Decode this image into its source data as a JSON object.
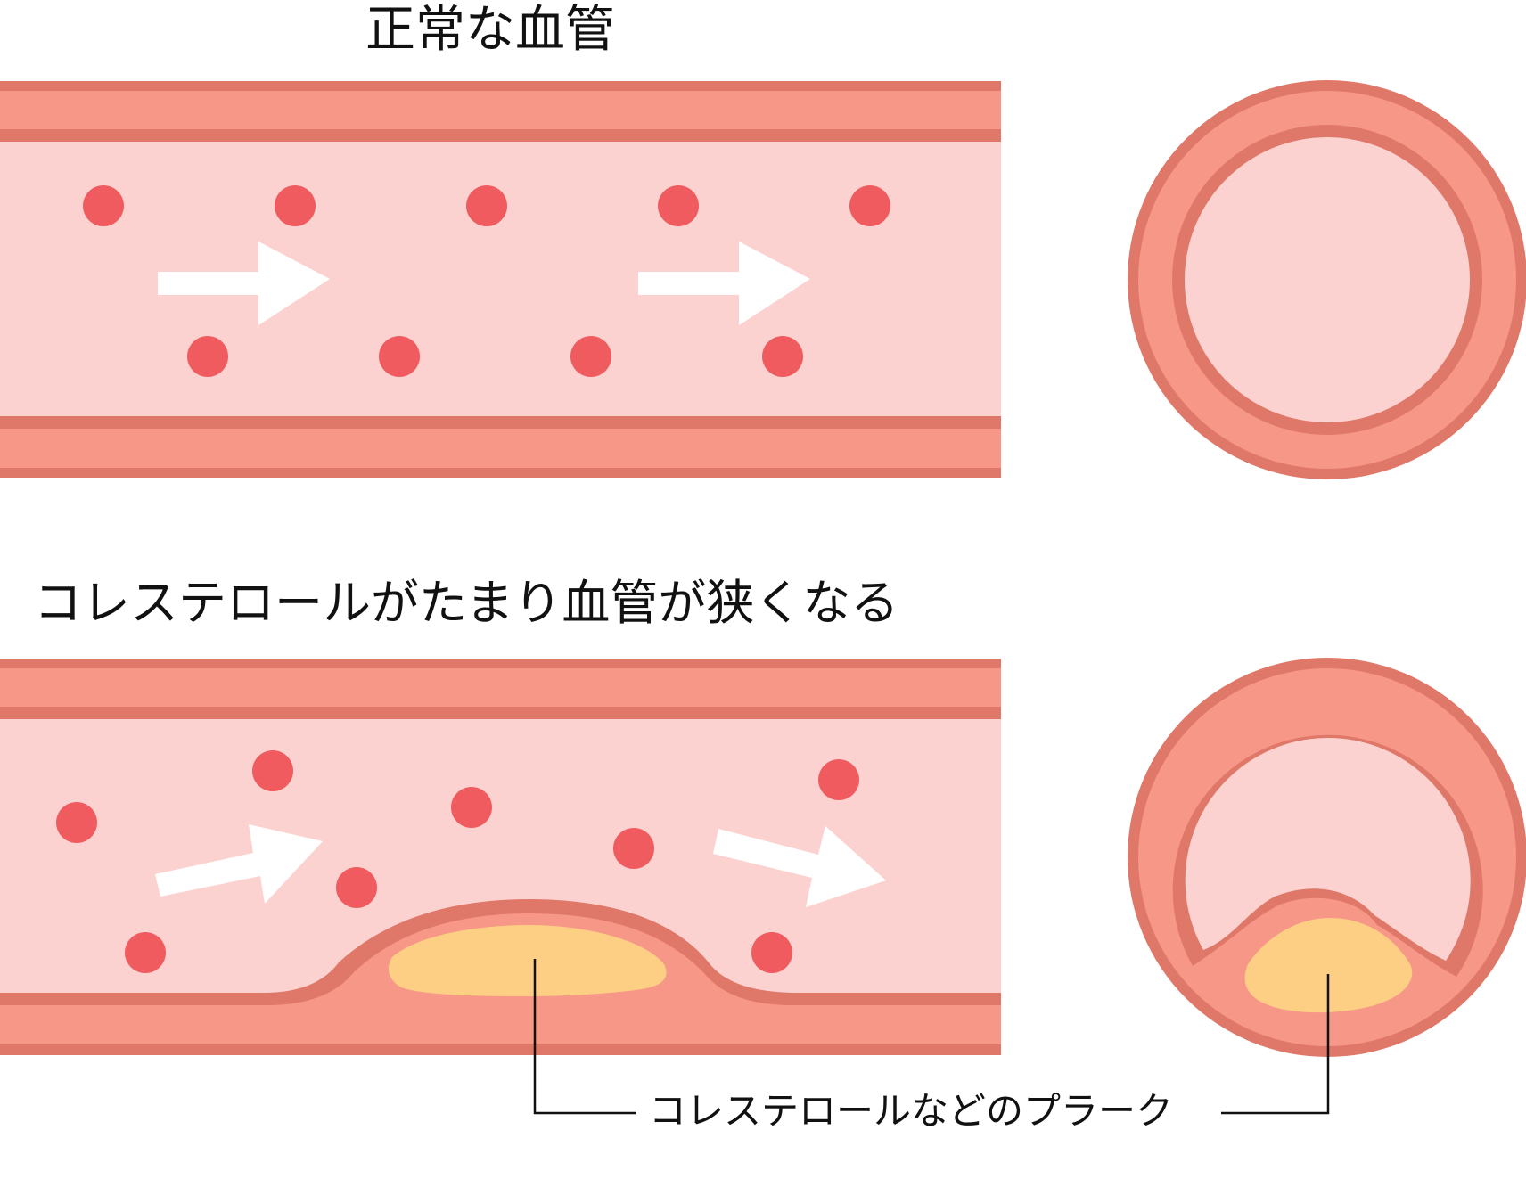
{
  "titles": {
    "normal": "正常な血管",
    "narrowed": "コレステロールがたまり血管が狭くなる"
  },
  "callout": {
    "label": "コレステロールなどのプラーク"
  },
  "colors": {
    "wall_dark": "#E07869",
    "wall": "#F69787",
    "lumen": "#FBD2CF",
    "blood_cell": "#EF5B5F",
    "plaque": "#FDCF85",
    "arrow": "#FFFFFF"
  }
}
